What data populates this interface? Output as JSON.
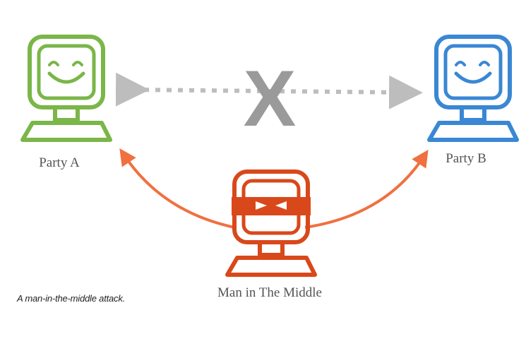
{
  "nodes": {
    "party_a": {
      "label": "Party A",
      "color": "#7ab648",
      "icon": "happy-computer-icon"
    },
    "party_b": {
      "label": "Party B",
      "color": "#3a87d4",
      "icon": "happy-computer-icon"
    },
    "mitm": {
      "label": "Man in The Middle",
      "color": "#d9481a",
      "icon": "masked-computer-icon"
    }
  },
  "edges": {
    "blocked": {
      "from": "party_a",
      "to": "party_b",
      "style": "dotted",
      "color": "#bdbdbd",
      "marker": "X",
      "marker_color": "#9a9a9a"
    },
    "intercept_a": {
      "from": "mitm",
      "to": "party_a",
      "color": "#f07040"
    },
    "intercept_b": {
      "from": "mitm",
      "to": "party_b",
      "color": "#f07040"
    }
  },
  "caption": "A man-in-the-middle attack."
}
